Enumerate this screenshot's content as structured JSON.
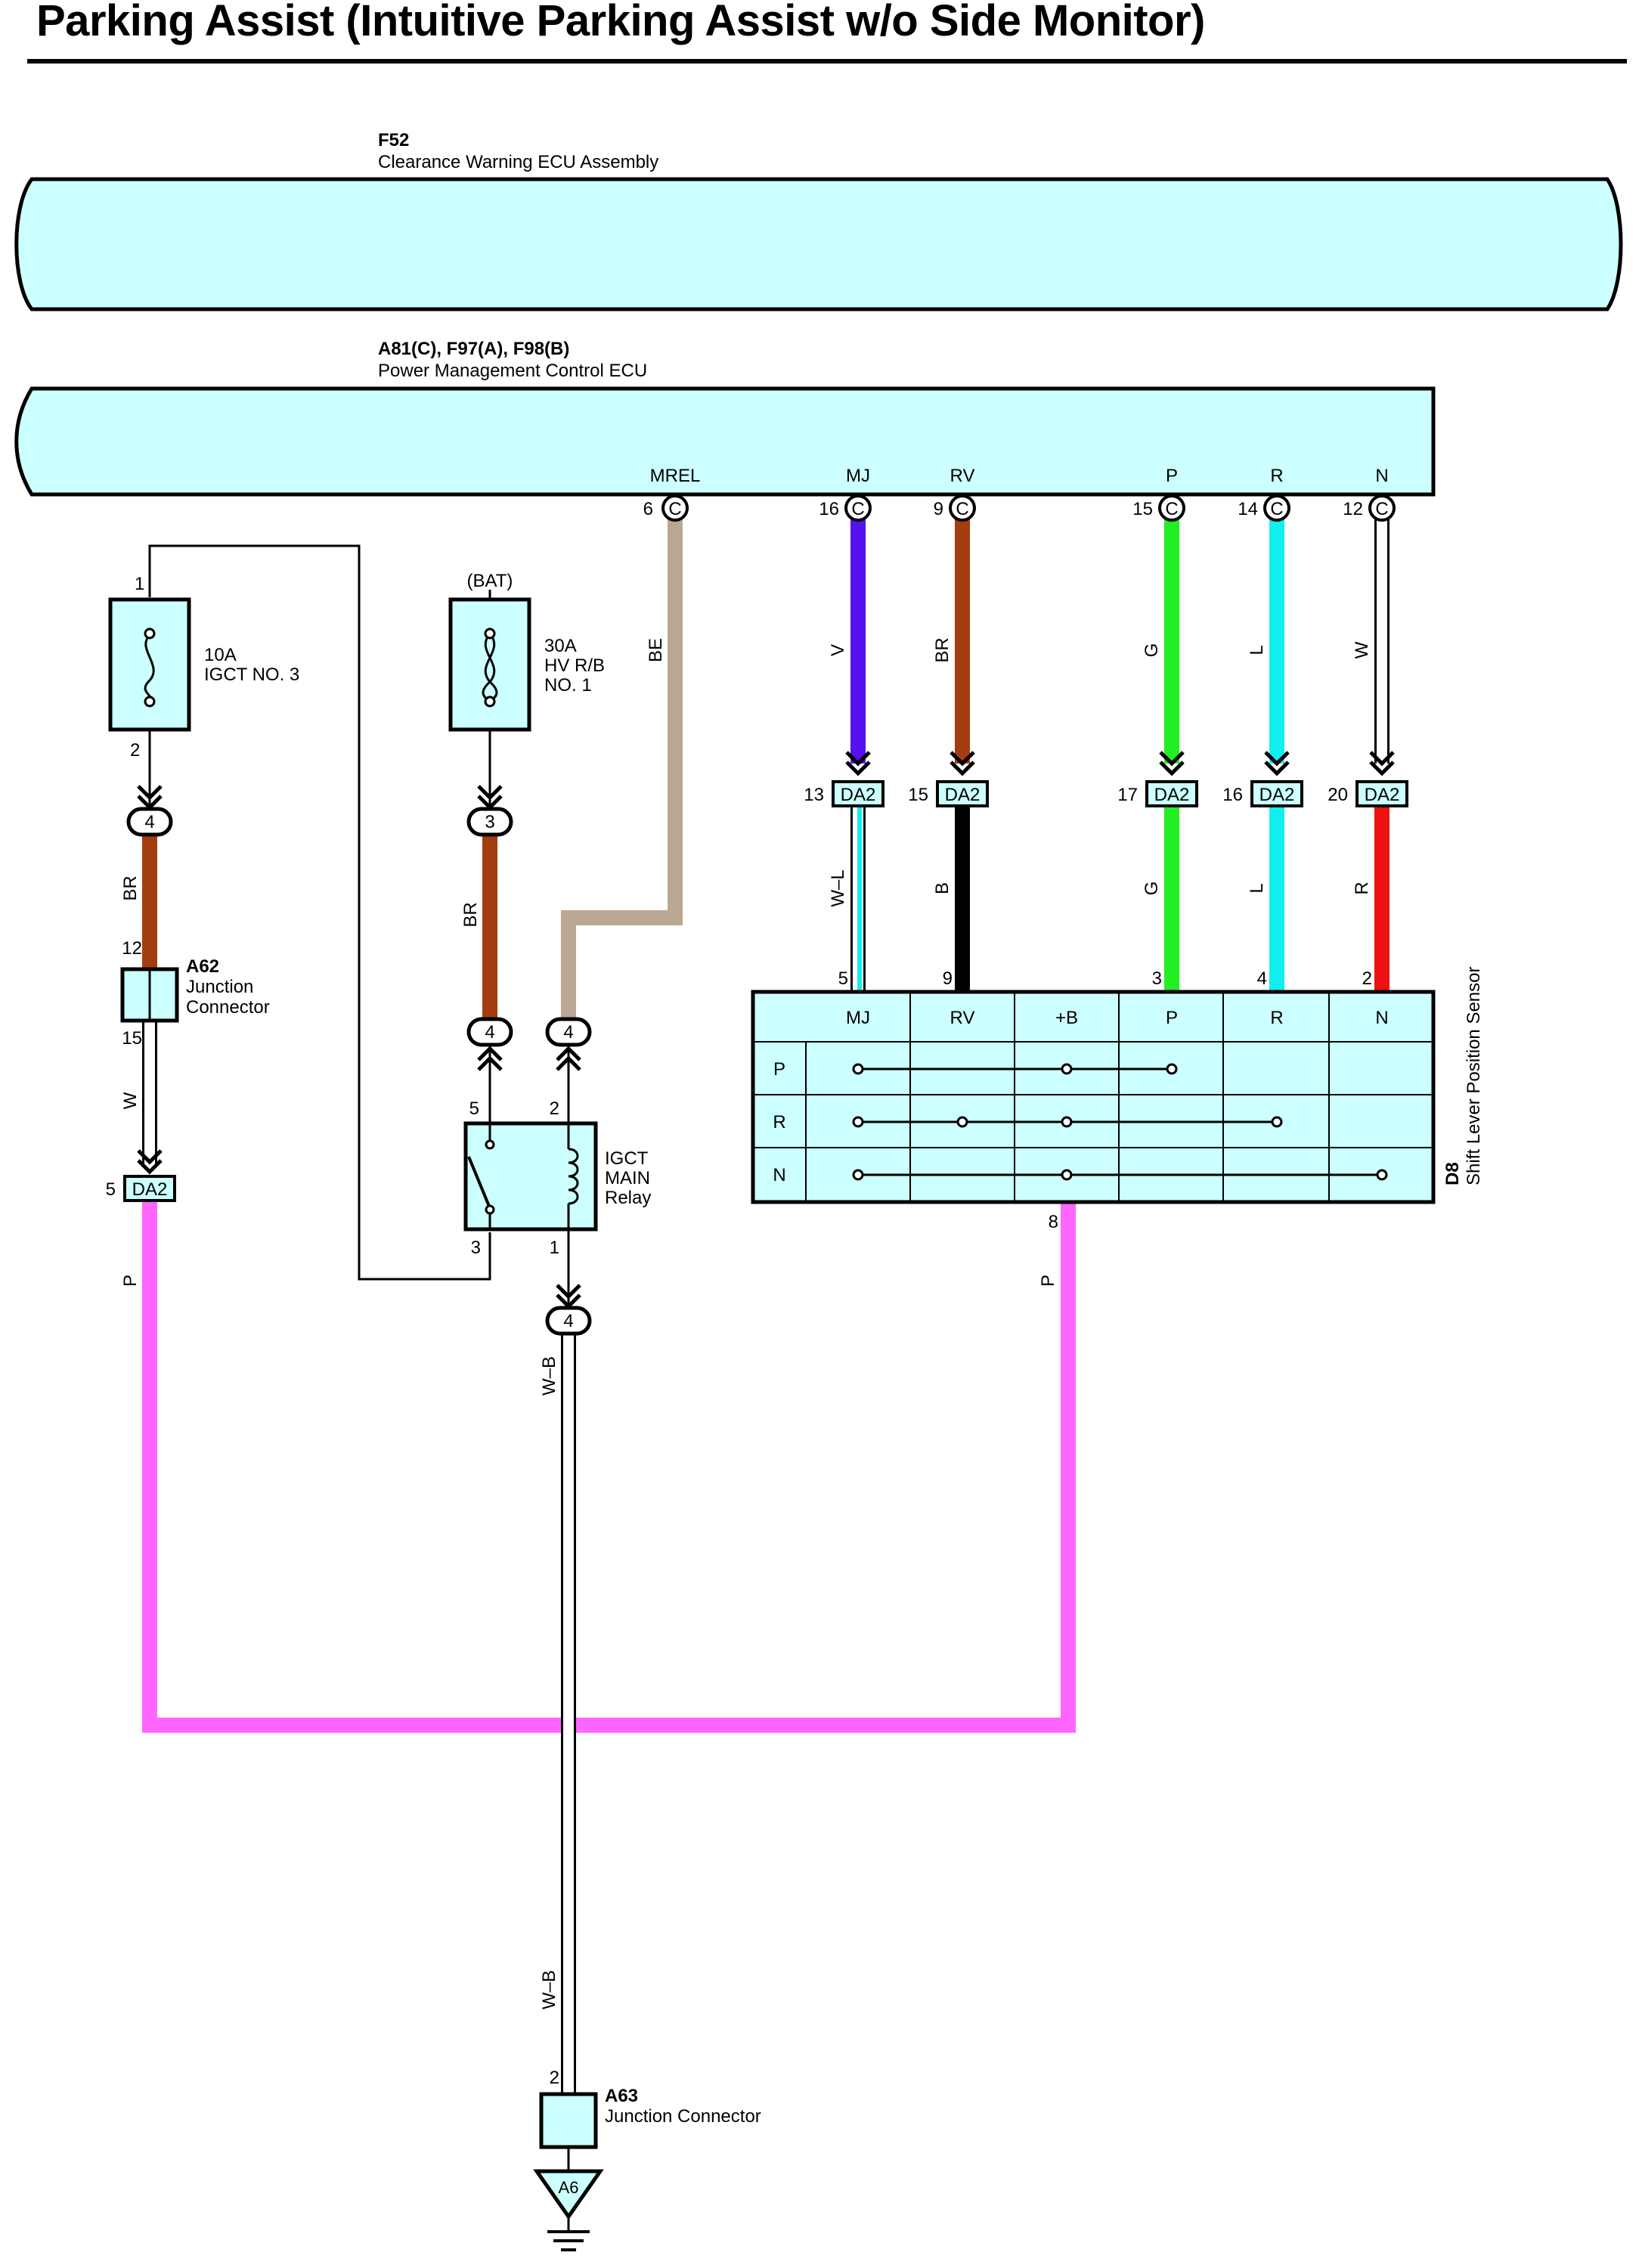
{
  "title": "Parking Assist (Intuitive Parking Assist w/o Side Monitor)",
  "colors": {
    "ecu_fill": "#ccffff",
    "violet": "#5511ee",
    "brown": "#a33d10",
    "green": "#22ee22",
    "light_blue": "#11eeee",
    "red": "#ee1111",
    "pink": "#ff66ff",
    "beige": "#bba892",
    "black": "#000000",
    "white": "#ffffff"
  },
  "f52": {
    "code": "F52",
    "name": "Clearance Warning ECU Assembly"
  },
  "pmecu": {
    "code": "A81(C), F97(A), F98(B)",
    "name": "Power Management Control ECU",
    "pins": [
      {
        "signal": "MREL",
        "pin": "6",
        "conn": "C",
        "wire": "BE",
        "color": "beige"
      },
      {
        "signal": "MJ",
        "pin": "16",
        "conn": "C",
        "wire": "V",
        "color": "violet"
      },
      {
        "signal": "RV",
        "pin": "9",
        "conn": "C",
        "wire": "BR",
        "color": "brown"
      },
      {
        "signal": "P",
        "pin": "15",
        "conn": "C",
        "wire": "G",
        "color": "green"
      },
      {
        "signal": "R",
        "pin": "14",
        "conn": "C",
        "wire": "L",
        "color": "light_blue"
      },
      {
        "signal": "N",
        "pin": "12",
        "conn": "C",
        "wire": "W",
        "color": "white"
      }
    ]
  },
  "da2_connectors": [
    {
      "pin": "13",
      "label": "DA2",
      "wire_below": "W–L",
      "sensor_pin": "5"
    },
    {
      "pin": "15",
      "label": "DA2",
      "wire_below": "B",
      "sensor_pin": "9"
    },
    {
      "pin": "17",
      "label": "DA2",
      "wire_below": "G",
      "sensor_pin": "3"
    },
    {
      "pin": "16",
      "label": "DA2",
      "wire_below": "L",
      "sensor_pin": "4"
    },
    {
      "pin": "20",
      "label": "DA2",
      "wire_below": "R",
      "sensor_pin": "2"
    }
  ],
  "fuse_igct": {
    "rating": "10A",
    "name": "IGCT NO. 3",
    "pin_top": "1",
    "pin_bottom": "2"
  },
  "fuse_hv": {
    "supply": "(BAT)",
    "rating": "30A",
    "name_line1": "HV R/B",
    "name_line2": "NO. 1"
  },
  "relay": {
    "line1": "IGCT",
    "line2": "MAIN",
    "line3": "Relay",
    "pin5": "5",
    "pin2": "2",
    "pin3": "3",
    "pin1": "1"
  },
  "a62": {
    "code": "A62",
    "line1": "Junction",
    "line2": "Connector",
    "pin_in": "12",
    "pin_out": "15"
  },
  "a63": {
    "code": "A63",
    "name": "Junction Connector",
    "pin": "2"
  },
  "ground": {
    "label": "A6"
  },
  "left_wires": {
    "br1": "BR",
    "br2": "BR",
    "w": "W",
    "p_left": "P",
    "p_right": "P",
    "wb_upper": "W–B",
    "wb_lower": "W–B",
    "be": "BE"
  },
  "inline": {
    "c4_left": "4",
    "c3": "3",
    "c4_a": "4",
    "c4_b": "4",
    "c4_c": "4",
    "da2_left_pin": "5",
    "da2_left_label": "DA2"
  },
  "sensor": {
    "code": "D8",
    "name": "Shift Lever Position Sensor",
    "columns": [
      "MJ",
      "RV",
      "+B",
      "P",
      "R",
      "N"
    ],
    "rows": [
      {
        "label": "P",
        "connected": [
          "MJ",
          "+B",
          "P"
        ]
      },
      {
        "label": "R",
        "connected": [
          "MJ",
          "RV",
          "+B",
          "R"
        ]
      },
      {
        "label": "N",
        "connected": [
          "MJ",
          "+B",
          "N"
        ]
      }
    ],
    "pin_8": "8"
  }
}
